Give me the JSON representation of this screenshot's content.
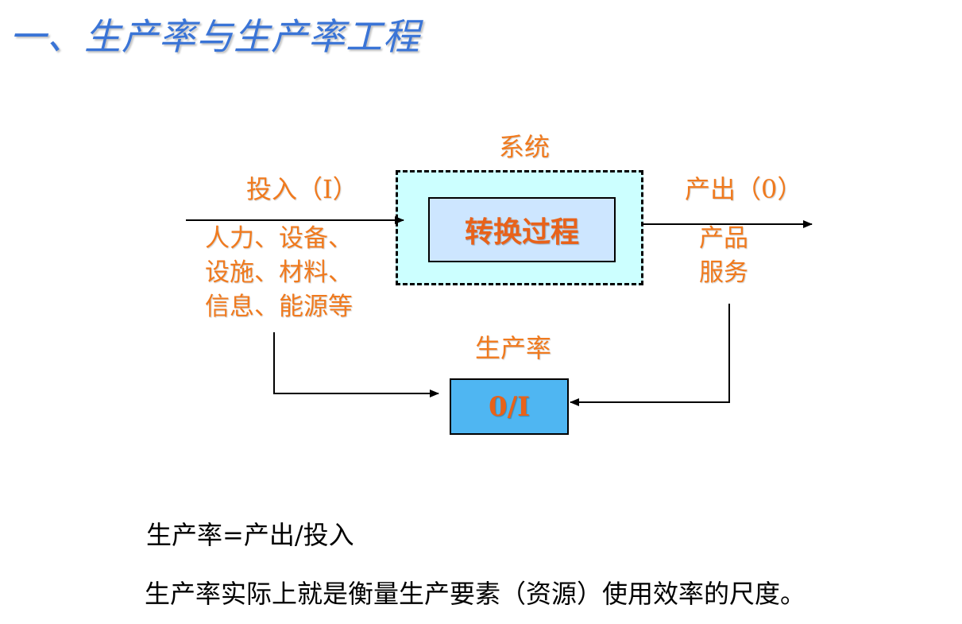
{
  "title": "一、生产率与生产率工程",
  "diagram": {
    "system_label": "系统",
    "input_label": "投入（I）",
    "output_label": "产出（0）",
    "process_label": "转换过程",
    "inputs": [
      "人力、设备、",
      "设施、材料、",
      "信息、能源等"
    ],
    "outputs": [
      "产品",
      "服务"
    ],
    "productivity_label": "生产率",
    "ratio_label": "0/I"
  },
  "formula": "生产率=产出/投入",
  "definition": "生产率实际上就是衡量生产要素（资源）使用效率的尺度。",
  "colors": {
    "title": "#3a74d6",
    "label_orange": "#f07a1e",
    "system_fill": "#ccffff",
    "process_fill": "#cde6ff",
    "ratio_fill": "#4fb6f2"
  }
}
